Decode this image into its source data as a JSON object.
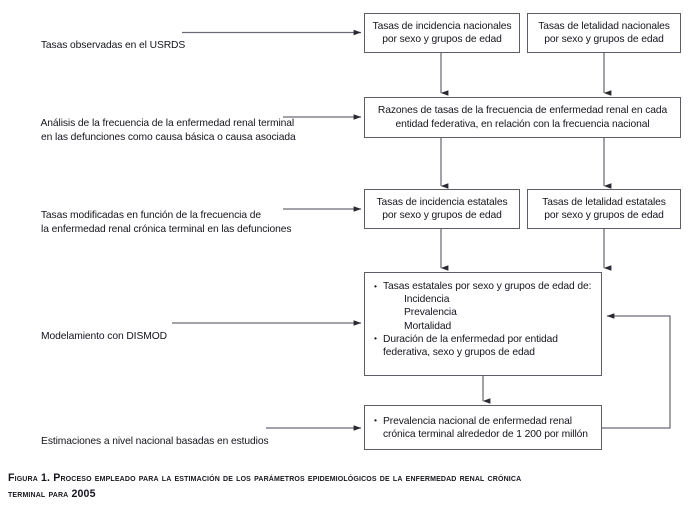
{
  "figure": {
    "caption_line1": "Figura 1. Proceso empleado para la estimación de los parámetros epidemiológicos de la enfermedad renal crónica",
    "caption_line2": "terminal para 2005",
    "box_border_color": "#5d5d66",
    "connector_color": "#6b6b73",
    "text_color": "#14141c"
  },
  "side_labels": [
    {
      "id": "usrds",
      "line1": "Tasas observadas en el USRDS",
      "line2": ""
    },
    {
      "id": "analisis-defunciones",
      "line1": "Análisis de la frecuencia de la enfermedad renal terminal",
      "line2": "en las defunciones como causa básica o causa asociada"
    },
    {
      "id": "tasas-modificadas",
      "line1": "Tasas modificadas en función de la frecuencia de",
      "line2": "la enfermedad renal crónica terminal en las defunciones"
    },
    {
      "id": "modelamiento-dismod",
      "line1": "Modelamiento con DISMOD",
      "line2": ""
    },
    {
      "id": "estimaciones-nacionales",
      "line1": "Estimaciones a nivel nacional basadas en estudios",
      "line2": ""
    }
  ],
  "nodes": {
    "incidencia_nacionales": {
      "line1": "Tasas de incidencia nacionales",
      "line2": "por sexo y grupos de edad"
    },
    "letalidad_nacionales": {
      "line1": "Tasas de letalidad nacionales",
      "line2": "por sexo y grupos de edad"
    },
    "razones_tasas": {
      "line1": "Razones de tasas de la frecuencia de enfermedad renal en cada",
      "line2": "entidad federativa, en relación con la frecuencia nacional"
    },
    "incidencia_estatales": {
      "line1": "Tasas de incidencia estatales",
      "line2": "por sexo y grupos de edad"
    },
    "letalidad_estatales": {
      "line1": "Tasas de letalidad estatales",
      "line2": "por sexo y grupos de edad"
    },
    "dismod_output": {
      "bullet1": "Tasas estatales por sexo y grupos de edad de:",
      "sub1": "Incidencia",
      "sub2": "Prevalencia",
      "sub3": "Mortalidad",
      "bullet2": "Duración de la enfermedad por entidad",
      "bullet2_cont": "federativa, sexo y grupos de edad"
    },
    "prevalencia_nacional": {
      "bullet1": "Prevalencia nacional de enfermedad renal",
      "bullet1_cont": "crónica terminal alrededor de 1 200 por millón"
    }
  }
}
